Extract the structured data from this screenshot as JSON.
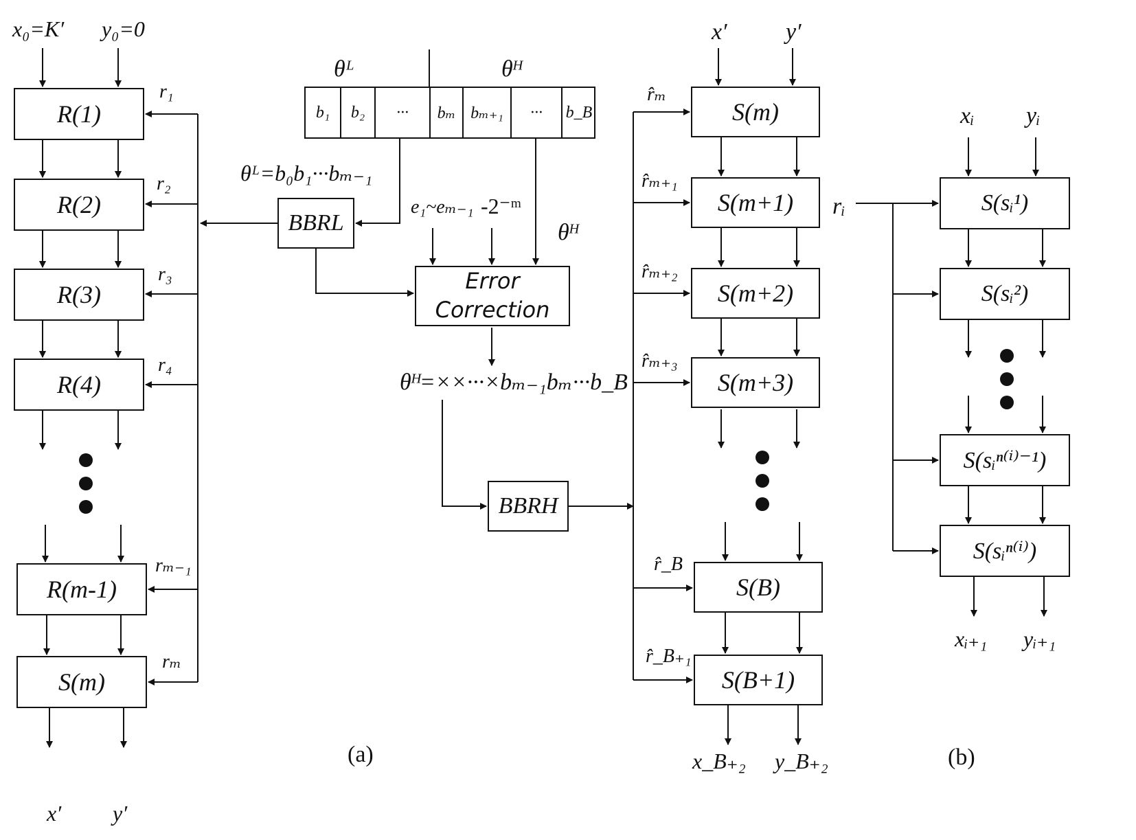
{
  "panel_a": {
    "inputs": {
      "x0": "x₀=K′",
      "y0": "y₀=0"
    },
    "r_blocks": [
      "R(1)",
      "R(2)",
      "R(3)",
      "R(4)",
      "R(m-1)"
    ],
    "r_last_block": "S(m)",
    "r_labels": [
      "r₁",
      "r₂",
      "r₃",
      "r₄",
      "rₘ₋₁",
      "rₘ"
    ],
    "outputs": {
      "x": "x′",
      "y": "y′"
    },
    "theta_L": "θᴸ",
    "theta_H": "θᴴ",
    "register_cells": [
      "b₁",
      "b₂",
      "···",
      "bₘ",
      "bₘ₊₁",
      "···",
      "b_B"
    ],
    "theta_L_eq": "θᴸ=b₀b₁···bₘ₋₁",
    "bbr_l": "BBRL",
    "error_inputs": {
      "e": "e₁~eₘ₋₁",
      "neg": "-2⁻ᵐ",
      "theta_H": "θᴴ"
    },
    "error_correction": {
      "line1": "Error",
      "line2": "Correction"
    },
    "theta_H_eq": "θᴴ=××···×bₘ₋₁bₘ···b_B",
    "bbr_h": "BBRH",
    "s_inputs": {
      "x": "x′",
      "y": "y′"
    },
    "s_blocks": [
      "S(m)",
      "S(m+1)",
      "S(m+2)",
      "S(m+3)",
      "S(B)",
      "S(B+1)"
    ],
    "r_hat_labels": [
      "r̂ₘ",
      "r̂ₘ₊₁",
      "r̂ₘ₊₂",
      "r̂ₘ₊₃",
      "r̂_B",
      "r̂_B₊₁"
    ],
    "s_outputs": {
      "x": "x_B₊₂",
      "y": "y_B₊₂"
    },
    "caption": "(a)"
  },
  "panel_b": {
    "inputs": {
      "x": "xᵢ",
      "y": "yᵢ"
    },
    "r_label": "rᵢ",
    "blocks": [
      "S(sᵢ¹)",
      "S(sᵢ²)",
      "S(sᵢⁿ⁽ⁱ⁾⁻¹)",
      "S(sᵢⁿ⁽ⁱ⁾)"
    ],
    "outputs": {
      "x": "xᵢ₊₁",
      "y": "yᵢ₊₁"
    },
    "caption": "(b)"
  }
}
